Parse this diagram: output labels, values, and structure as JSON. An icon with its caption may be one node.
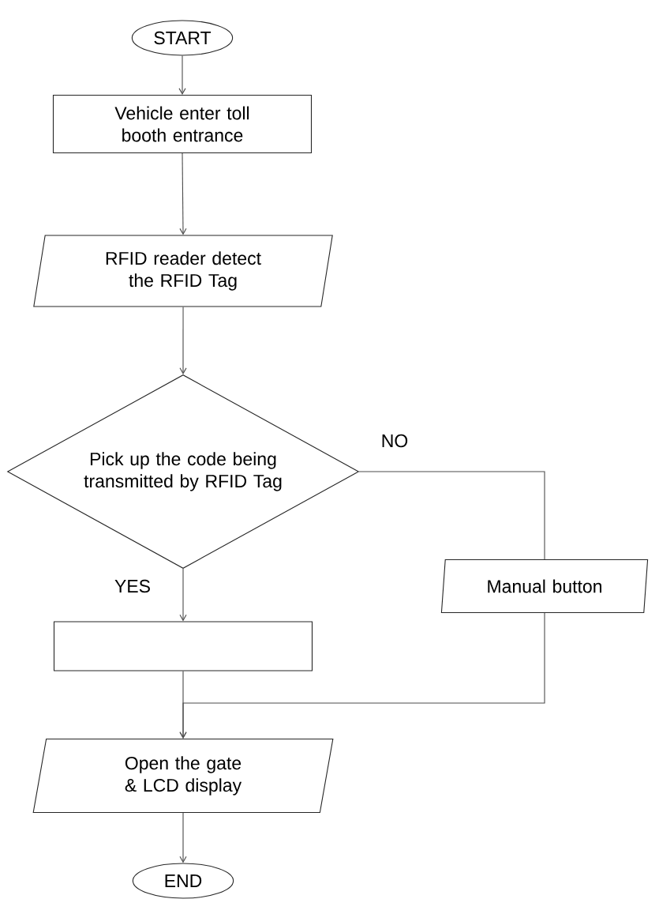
{
  "diagram": {
    "nodes": [
      {
        "text": [
          "START"
        ]
      },
      {
        "text": [
          "Vehicle enter toll booth entrance"
        ]
      },
      {
        "text": [
          "RFID reader detect the RFID Tag"
        ]
      },
      {
        "text": [
          "Pick up the code being transmitted by RFID Tag"
        ]
      },
      {
        "text": [
          "Manual button"
        ]
      },
      {
        "text": [],
        "shape": "box"
      },
      {
        "text": [
          "Open the gate & LCD display"
        ]
      },
      {
        "text": [
          "END"
        ]
      }
    ],
    "edges": [
      {
        "from": 0,
        "to": 1,
        "arrow": "to"
      },
      {
        "from": 1,
        "to": 2,
        "arrow": "to"
      },
      {
        "from": 2,
        "to": 3,
        "arrow": "to"
      },
      {
        "from": 3,
        "to": 5,
        "arrow": "to",
        "label": "YES"
      },
      {
        "from": 3,
        "to": 4,
        "arrow": "none",
        "label": "NO"
      },
      {
        "from": 4,
        "to": 6,
        "arrow": "to"
      },
      {
        "from": 5,
        "to": 6,
        "arrow": "to"
      },
      {
        "from": 6,
        "to": 7,
        "arrow": "to"
      }
    ]
  }
}
